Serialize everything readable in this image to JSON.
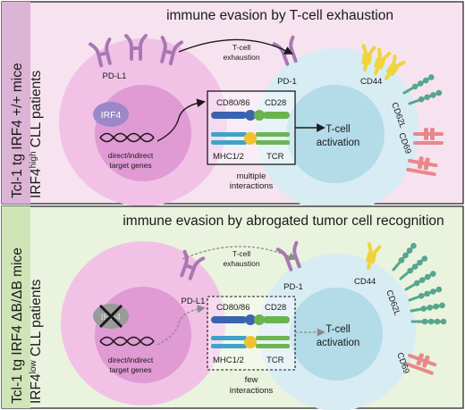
{
  "panels": [
    {
      "title": "immune evasion by T-cell exhaustion",
      "side_line1": "Tcl-1 tg IRF4 +/+ mice",
      "side_line2_pre": "IRF4",
      "side_line2_sup": "high",
      "side_line2_post": " CLL patients",
      "arrow_label_line1": "T-cell",
      "arrow_label_line2": "exhaustion",
      "pdl1": "PD-L1",
      "pd1": "PD-1",
      "cd44": "CD44",
      "cd62l": "CD62L",
      "cd69": "CD69",
      "irf4": "IRF4",
      "targets_line1": "direct/indirect",
      "targets_line2": "target genes",
      "cd8086": "CD80/86",
      "cd28": "CD28",
      "mhc": "MHC1/2",
      "tcr": "TCR",
      "interactions_line1": "multiple",
      "interactions_line2": "interactions",
      "activation_line1": "T-cell",
      "activation_line2": "activation"
    },
    {
      "title": "immune evasion by abrogated tumor cell recognition",
      "side_line1": "Tcl-1 tg IRF4 ΔB/ΔB mice",
      "side_line2_pre": "IRF4",
      "side_line2_sup": "low",
      "side_line2_post": " CLL patients",
      "arrow_label_line1": "T-cell",
      "arrow_label_line2": "exhaustion",
      "pdl1": "PD-L1",
      "pd1": "PD-1",
      "cd44": "CD44",
      "cd62l": "CD62L",
      "cd69": "CD69",
      "irf4": "IRF4",
      "targets_line1": "direct/indirect",
      "targets_line2": "target genes",
      "cd8086": "CD80/86",
      "cd28": "CD28",
      "mhc": "MHC1/2",
      "tcr": "TCR",
      "interactions_line1": "few",
      "interactions_line2": "interactions",
      "activation_line1": "T-cell",
      "activation_line2": "activation"
    }
  ],
  "colors": {
    "panel1_bg": "#f6e3ef",
    "panel1_side": "#dcb4d6",
    "panel2_bg": "#eaf3dd",
    "panel2_side": "#cfe5b8",
    "tumor_outer": "#f1c2e6",
    "tumor_inner": "#e09ad4",
    "tcell_outer": "#d8ecf3",
    "tcell_inner": "#b3dbe8",
    "irf4": "#9b88c8",
    "pd": "#a877b4",
    "cd44": "#f0d43c",
    "cd62l": "#56a68e",
    "cd69": "#e8888a",
    "cd8086": "#3b63b0",
    "cd28": "#6bb34f",
    "mhc": "#3ea3c9",
    "tcr": "#6db552",
    "peptide": "#f2c12e"
  }
}
